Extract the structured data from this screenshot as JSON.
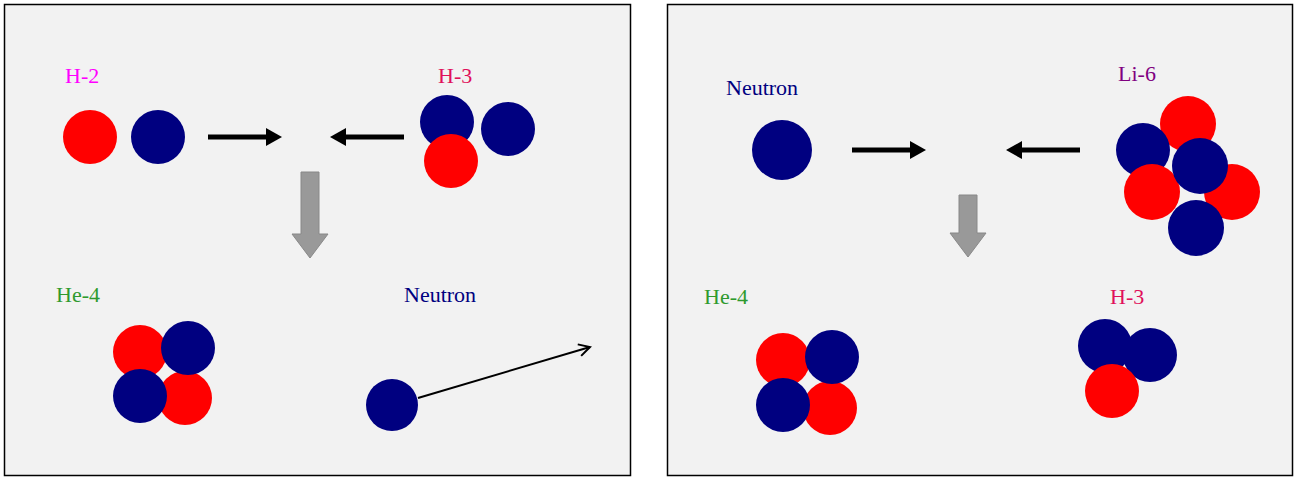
{
  "diagram": {
    "labels": [
      "H-2",
      "H-3",
      "He-4",
      "Neutron",
      "Neutron",
      "Li-6",
      "He-4",
      "H-3"
    ]
  }
}
